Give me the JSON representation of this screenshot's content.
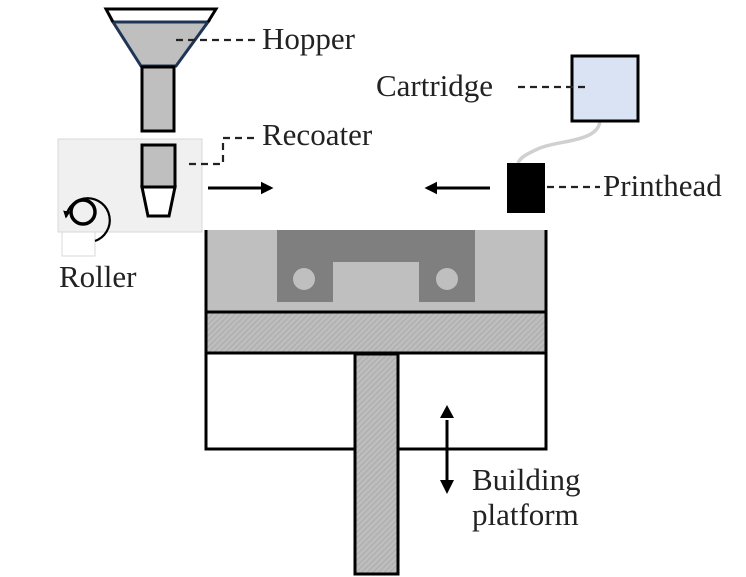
{
  "diagram": {
    "title": "Binder jetting 3D printing process schematic",
    "labels": {
      "hopper": "Hopper",
      "recoater": "Recoater",
      "cartridge": "Cartridge",
      "printhead": "Printhead",
      "roller": "Roller",
      "building_platform_line1": "Building",
      "building_platform_line2": "platform"
    },
    "colors": {
      "outline": "#000000",
      "hopper_outline": "#1f3556",
      "powder_fill": "#bfbfbf",
      "part_fill": "#7f7f7f",
      "recoater_box": "#f0f0f0",
      "recoater_box_border": "#d9d9d9",
      "cartridge_fill": "#dae3f3",
      "printhead_fill": "#000000",
      "cable": "#d0d0d0",
      "hatch_base": "#bdbdbd",
      "hatch_line": "#a6a6a6",
      "text": "#222222"
    },
    "motion": {
      "recoater_direction": "right",
      "printhead_direction": "left",
      "platform_direction": "up-down",
      "roller_rotation": "counter-clockwise"
    }
  }
}
